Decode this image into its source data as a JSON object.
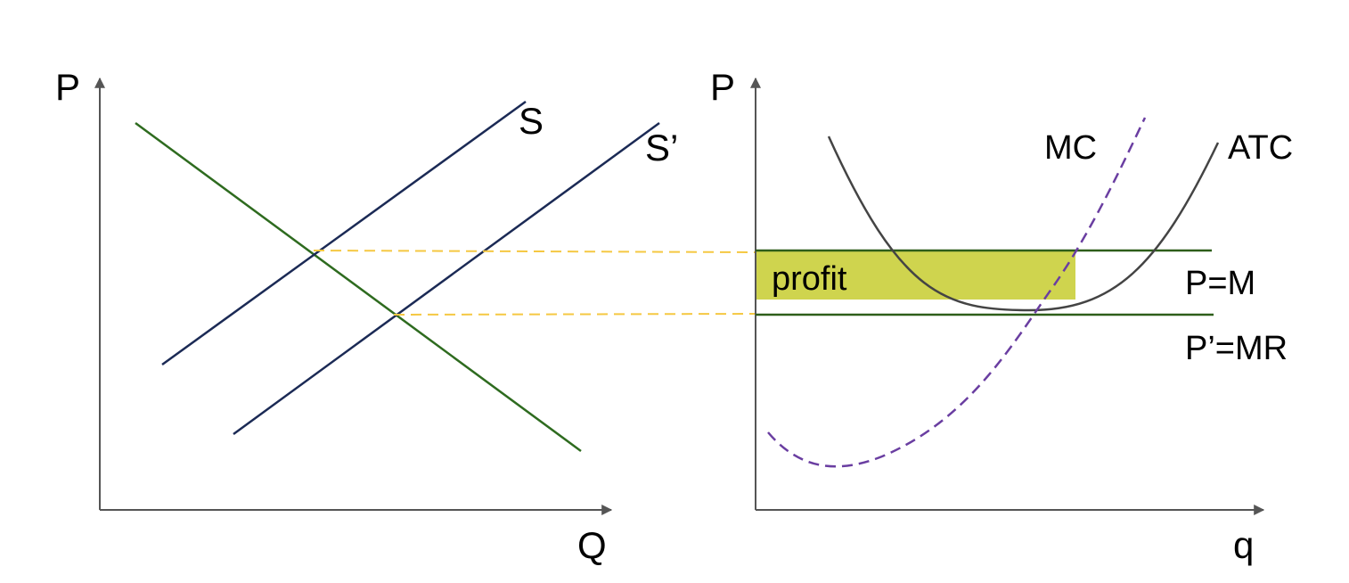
{
  "left_graph": {
    "y_axis_label": "P",
    "x_axis_label": "Q",
    "supply_label": "S",
    "supply_shifted_label": "S’"
  },
  "right_graph": {
    "y_axis_label": "P",
    "x_axis_label": "q",
    "mc_label": "MC",
    "atc_label": "ATC",
    "price_label": "P=M",
    "price_shifted_label": "P’=MR",
    "profit_label": "profit"
  },
  "colors": {
    "axis": "#555555",
    "demand": "#2e6b1f",
    "supply": "#1b2a55",
    "price_lines": "#2e5e1a",
    "guide_dashes": "#f5c842",
    "mc_curve": "#6a3ea1",
    "atc_curve": "#444444",
    "profit_fill": "#cfd44e"
  }
}
